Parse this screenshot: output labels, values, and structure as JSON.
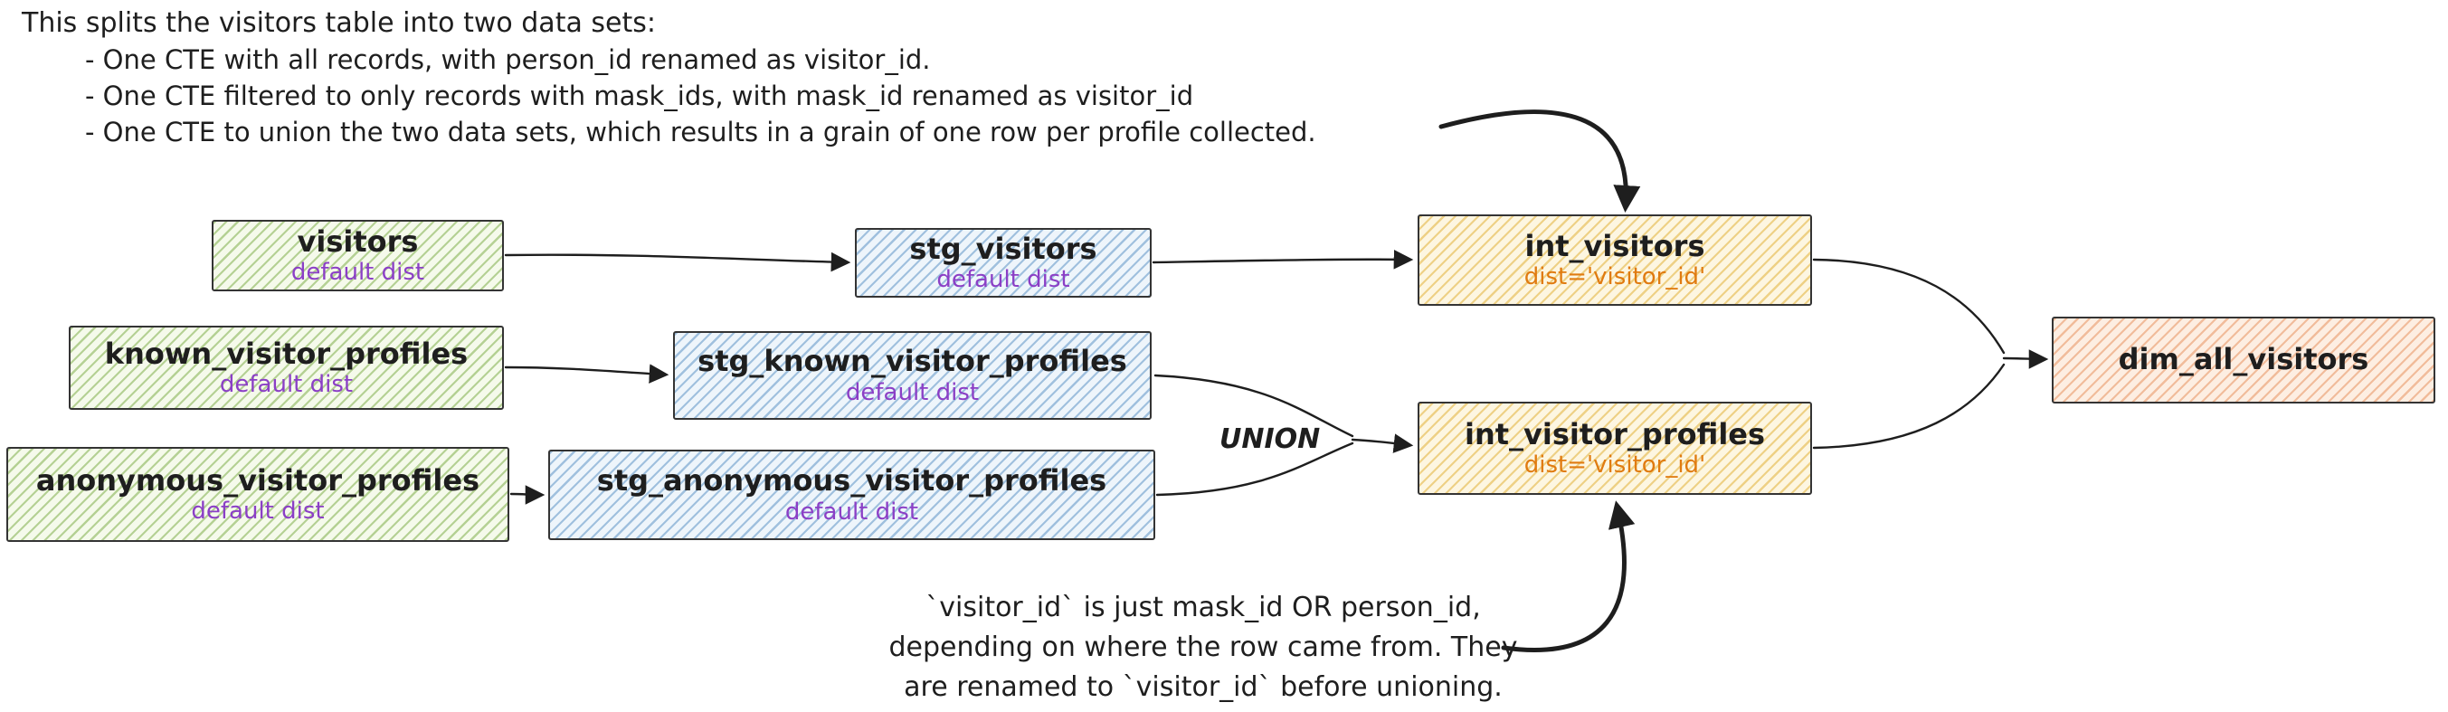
{
  "diagram_title": "visitors data model lineage diagram",
  "colors": {
    "stroke": "#343434",
    "arrow": "#1e1e1e",
    "node_green_fill": "#d9ecc0",
    "node_blue_fill": "#cfe3f5",
    "node_yellow_fill": "#f7e6b2",
    "node_peach_fill": "#f8d9c0",
    "subtitle_purple": "#8b3fc6",
    "subtitle_orange": "#e07b10"
  },
  "annotations": {
    "top": {
      "heading": "This splits the visitors table into two data sets:",
      "bullets": [
        "- One CTE with all records, with person_id renamed as visitor_id.",
        "- One CTE filtered to only records with mask_ids, with mask_id renamed as visitor_id",
        "- One CTE to union the two data sets, which results in a grain of one row per profile collected."
      ]
    },
    "union_label": "UNION",
    "bottom": {
      "lines": [
        "`visitor_id` is just mask_id OR person_id,",
        "depending on where the row came from. They",
        "are renamed to `visitor_id` before unioning."
      ]
    }
  },
  "nodes": [
    {
      "id": "visitors",
      "title": "visitors",
      "subtitle": "default dist",
      "palette": "green"
    },
    {
      "id": "stg_visitors",
      "title": "stg_visitors",
      "subtitle": "default dist",
      "palette": "blue"
    },
    {
      "id": "int_visitors",
      "title": "int_visitors",
      "subtitle": "dist='visitor_id'",
      "palette": "yellow"
    },
    {
      "id": "known_visitor_profiles",
      "title": "known_visitor_profiles",
      "subtitle": "default dist",
      "palette": "green"
    },
    {
      "id": "stg_known_visitor_profiles",
      "title": "stg_known_visitor_profiles",
      "subtitle": "default dist",
      "palette": "blue"
    },
    {
      "id": "anonymous_visitor_profiles",
      "title": "anonymous_visitor_profiles",
      "subtitle": "default dist",
      "palette": "green"
    },
    {
      "id": "stg_anonymous_visitor_profiles",
      "title": "stg_anonymous_visitor_profiles",
      "subtitle": "default dist",
      "palette": "blue"
    },
    {
      "id": "int_visitor_profiles",
      "title": "int_visitor_profiles",
      "subtitle": "dist='visitor_id'",
      "palette": "yellow"
    },
    {
      "id": "dim_all_visitors",
      "title": "dim_all_visitors",
      "subtitle": "",
      "palette": "peach"
    }
  ],
  "edges": [
    {
      "from": "visitors",
      "to": "stg_visitors"
    },
    {
      "from": "stg_visitors",
      "to": "int_visitors"
    },
    {
      "from": "known_visitor_profiles",
      "to": "stg_known_visitor_profiles"
    },
    {
      "from": "anonymous_visitor_profiles",
      "to": "stg_anonymous_visitor_profiles"
    },
    {
      "from": "stg_known_visitor_profiles",
      "to": "int_visitor_profiles",
      "via": "UNION"
    },
    {
      "from": "stg_anonymous_visitor_profiles",
      "to": "int_visitor_profiles",
      "via": "UNION"
    },
    {
      "from": "int_visitors",
      "to": "dim_all_visitors"
    },
    {
      "from": "int_visitor_profiles",
      "to": "dim_all_visitors"
    },
    {
      "from": "top-annotation",
      "to": "int_visitors",
      "kind": "annotation-arrow"
    },
    {
      "from": "bottom-annotation",
      "to": "int_visitor_profiles",
      "kind": "annotation-arrow"
    }
  ]
}
